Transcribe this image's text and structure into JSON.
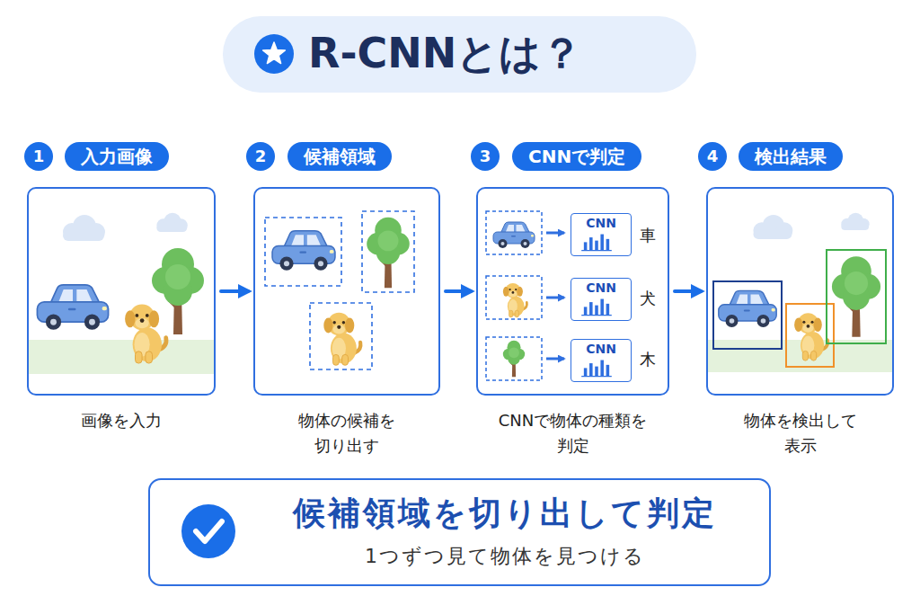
{
  "diagram": {
    "title": "R-CNNとは？",
    "nodes": [
      {
        "text": [
          "入力画像",
          "画像を入力"
        ]
      },
      {
        "text": [
          "候補領域",
          "物体の候補を 切り出す"
        ]
      },
      {
        "text": [
          "CNNで判定",
          "CNNで物体の種類を 判定"
        ]
      },
      {
        "text": [
          "CNN"
        ],
        "in": 2
      },
      {
        "text": [
          "CNN"
        ],
        "in": 2
      },
      {
        "text": [
          "CNN"
        ],
        "in": 2
      },
      {
        "text": [
          "検出結果",
          "物体を検出して 表示"
        ]
      },
      {
        "text": [
          "候補領域を切り出して判定",
          "1つずつ見て物体を見つける"
        ]
      }
    ],
    "edges": [
      {
        "from": 0,
        "to": 1,
        "arrow": "to"
      },
      {
        "from": 1,
        "to": 2,
        "arrow": "to"
      },
      {
        "from": 2,
        "to": 6,
        "arrow": "to"
      }
    ],
    "labels": [
      "1",
      "2",
      "3",
      "4",
      "車",
      "犬",
      "木"
    ]
  }
}
